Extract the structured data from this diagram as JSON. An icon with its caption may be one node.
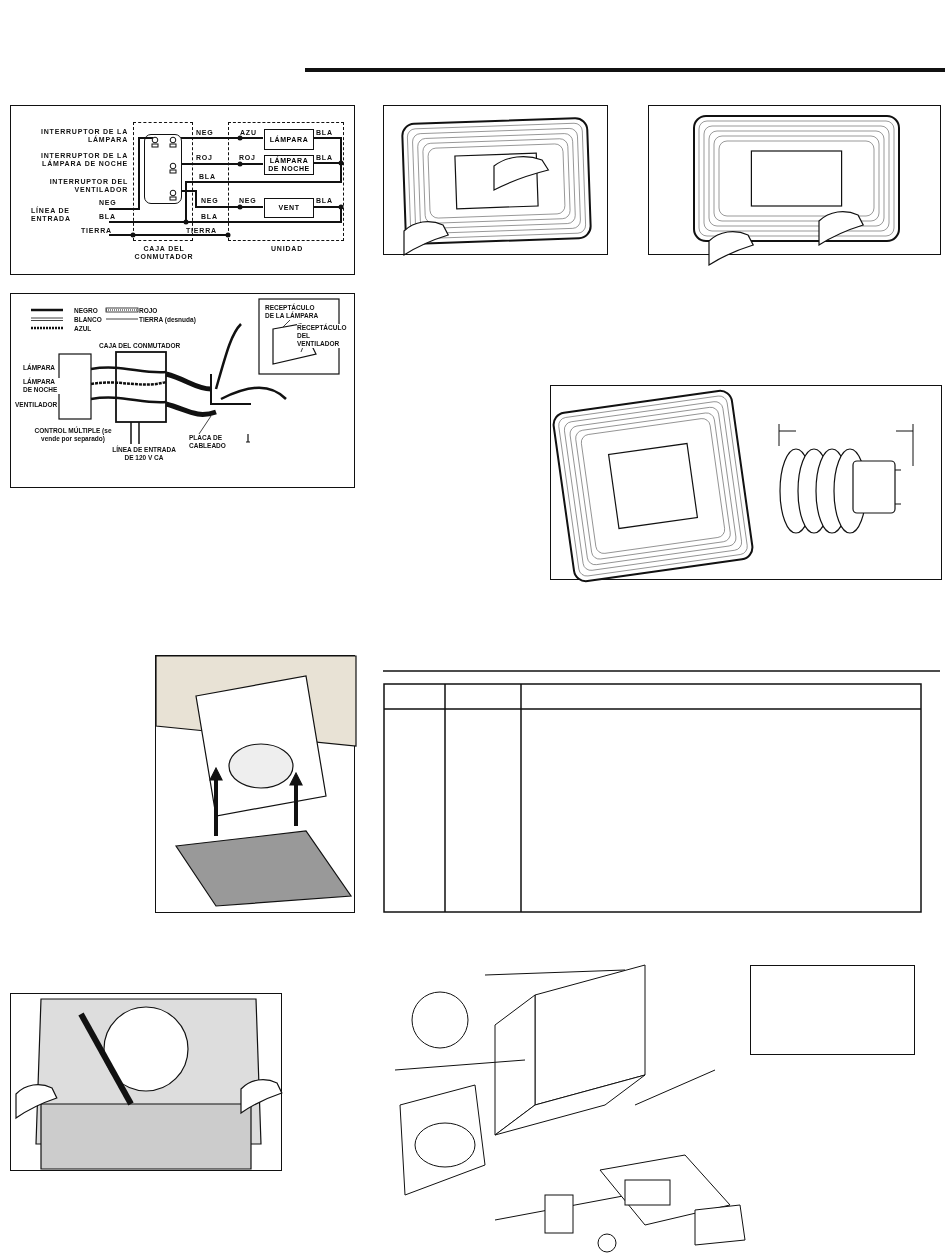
{
  "diagram": {
    "nodes": [
      {
        "text": [
          "CAJA DEL CONMUTADOR"
        ]
      },
      {
        "text": [],
        "shape": "box",
        "in": 0
      },
      {
        "text": [
          "UNIDAD"
        ]
      },
      {
        "text": [
          "LÁMPARA"
        ],
        "in": 2
      },
      {
        "text": [
          "LÁMPARA DE NOCHE"
        ],
        "in": 2
      },
      {
        "text": [
          "VENT"
        ],
        "in": 2
      },
      {
        "text": [],
        "shape": "box"
      }
    ],
    "edges": [
      {
        "from": 1,
        "to": 3,
        "arrow": "none"
      },
      {
        "from": 1,
        "to": 4,
        "arrow": "none"
      },
      {
        "from": 1,
        "to": 5,
        "arrow": "none"
      }
    ],
    "labels": [
      "INTERRUPTOR DE LA LÁMPARA",
      "NEG",
      "AZU",
      "BLA",
      "INTERRUPTOR DE LA LÁMPARA DE NOCHE",
      "ROJ",
      "ROJ",
      "BLA",
      "BLA",
      "INTERRUPTOR DEL VENTILADOR",
      "NEG",
      "NEG",
      "NEG",
      "BLA",
      "LÍNEA DE ENTRADA",
      "BLA",
      "BLA",
      "TIERRA",
      "TIERRA",
      "CAJA DEL CONMUTADOR",
      "RECEPTÁCULO DE LA LÁMPARA",
      "RECEPTÁCULO DEL VENTILADOR",
      "LÁMPARA",
      "LÁMPARA DE NOCHE",
      "VENTILADOR",
      "CONTROL MÚLTIPLE (se vende por separado)",
      "LÍNEA DE ENTRADA DE 120 V CA",
      "PLACA DE CABLEADO"
    ],
    "legend": [
      {
        "text": "NEGRO"
      },
      {
        "text": "ROJO"
      },
      {
        "text": "BLANCO"
      },
      {
        "text": "TIERRA (desnuda)"
      },
      {
        "text": "AZUL"
      }
    ]
  }
}
